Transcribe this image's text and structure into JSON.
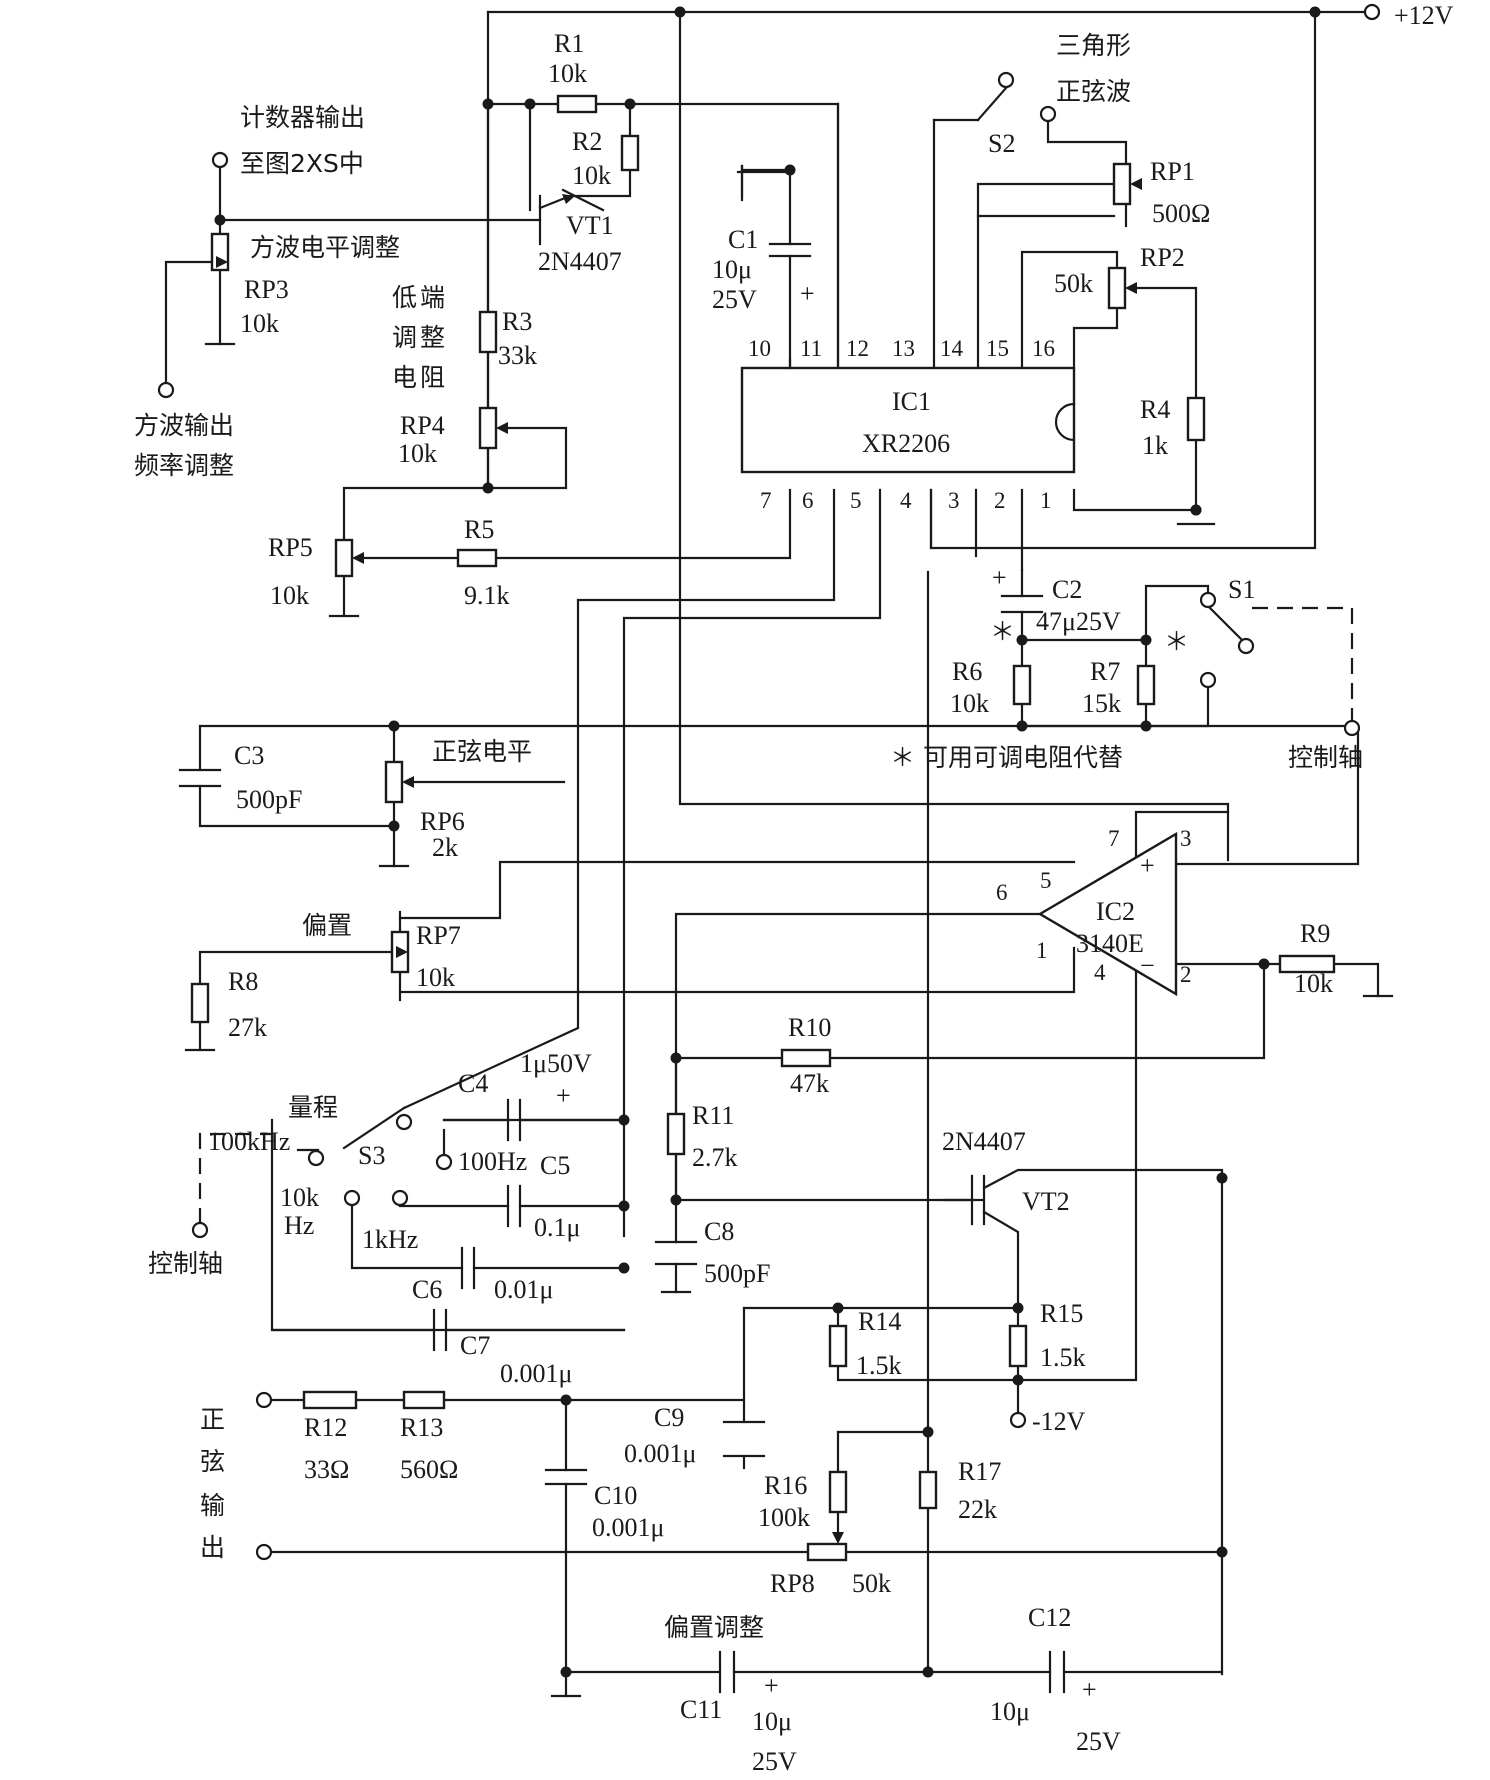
{
  "supply": {
    "pos": "+12V",
    "neg": "-12V"
  },
  "ic1": {
    "name": "IC1",
    "part": "XR2206",
    "top_pins": [
      "10",
      "11",
      "12",
      "13",
      "14",
      "15",
      "16"
    ],
    "bottom_pins": [
      "7",
      "6",
      "5",
      "4",
      "3",
      "2",
      "1"
    ]
  },
  "ic2": {
    "name": "IC2",
    "part": "3140E",
    "pins": {
      "p7": "7",
      "p3": "3",
      "p5": "5",
      "p6": "6",
      "p1": "1",
      "p4": "4",
      "p2": "2"
    },
    "plus": "+",
    "minus": "−"
  },
  "transistors": {
    "vt1": {
      "name": "VT1",
      "part": "2N4407"
    },
    "vt2": {
      "name": "VT2",
      "part": "2N4407"
    }
  },
  "resistors": {
    "r1": {
      "name": "R1",
      "value": "10k"
    },
    "r2": {
      "name": "R2",
      "value": "10k"
    },
    "r3": {
      "name": "R3",
      "value": "33k"
    },
    "r4": {
      "name": "R4",
      "value": "1k"
    },
    "r5": {
      "name": "R5",
      "value": "9.1k"
    },
    "r6": {
      "name": "R6",
      "value": "10k"
    },
    "r7": {
      "name": "R7",
      "value": "15k"
    },
    "r8": {
      "name": "R8",
      "value": "27k"
    },
    "r9": {
      "name": "R9",
      "value": "10k"
    },
    "r10": {
      "name": "R10",
      "value": "47k"
    },
    "r11": {
      "name": "R11",
      "value": "2.7k"
    },
    "r12": {
      "name": "R12",
      "value": "33Ω"
    },
    "r13": {
      "name": "R13",
      "value": "560Ω"
    },
    "r14": {
      "name": "R14",
      "value": "1.5k"
    },
    "r15": {
      "name": "R15",
      "value": "1.5k"
    },
    "r16": {
      "name": "R16",
      "value": "100k"
    },
    "r17": {
      "name": "R17",
      "value": "22k"
    }
  },
  "pots": {
    "rp1": {
      "name": "RP1",
      "value": "500Ω"
    },
    "rp2": {
      "name": "RP2",
      "value": "50k"
    },
    "rp3": {
      "name": "RP3",
      "value": "10k"
    },
    "rp4": {
      "name": "RP4",
      "value": "10k"
    },
    "rp5": {
      "name": "RP5",
      "value": "10k"
    },
    "rp6": {
      "name": "RP6",
      "value": "2k"
    },
    "rp7": {
      "name": "RP7",
      "value": "10k"
    },
    "rp8": {
      "name": "RP8",
      "value": "50k"
    }
  },
  "capacitors": {
    "c1": {
      "name": "C1",
      "value": "10μ",
      "voltage": "25V"
    },
    "c2": {
      "name": "C2",
      "value": "47μ25V"
    },
    "c3": {
      "name": "C3",
      "value": "500pF"
    },
    "c4": {
      "name": "C4",
      "value": "1μ50V"
    },
    "c5": {
      "name": "C5",
      "value": "0.1μ"
    },
    "c6": {
      "name": "C6",
      "value": "0.01μ"
    },
    "c7": {
      "name": "C7",
      "value": "0.001μ"
    },
    "c8": {
      "name": "C8",
      "value": "500pF"
    },
    "c9": {
      "name": "C9",
      "value": "0.001μ"
    },
    "c10": {
      "name": "C10",
      "value": "0.001μ"
    },
    "c11": {
      "name": "C11",
      "value": "10μ",
      "voltage": "25V"
    },
    "c12": {
      "name": "C12",
      "value": "10μ",
      "voltage": "25V"
    }
  },
  "switches": {
    "s1": {
      "name": "S1"
    },
    "s2": {
      "name": "S2",
      "pos_a": "三角形",
      "pos_b": "正弦波"
    },
    "s3": {
      "name": "S3",
      "title": "量程",
      "pos_100k": "100kHz",
      "pos_10k_a": "10k",
      "pos_10k_b": "Hz",
      "pos_1k": "1kHz",
      "pos_100": "100Hz"
    }
  },
  "labels": {
    "counter_out_1": "计数器输出",
    "counter_out_2": "至图2XS中",
    "square_level": "方波电平调整",
    "square_out_1": "方波输出",
    "square_out_2": "频率调整",
    "low_end_1": "低",
    "low_end_2": "端",
    "low_end_3": "调",
    "low_end_4": "整",
    "low_end_5": "电",
    "low_end_6": "阻",
    "sine_level": "正弦电平",
    "bias": "偏置",
    "bias_adjust": "偏置调整",
    "control_shaft_1": "控制轴",
    "control_shaft_2": "控制轴",
    "star_note": "＊ 可用可调电阻代替",
    "star_1": "＊",
    "star_2": "＊",
    "sine_out_1": "正",
    "sine_out_2": "弦",
    "sine_out_3": "输",
    "sine_out_4": "出",
    "c1_plus": "+",
    "c2_plus": "+",
    "c4_plus": "+",
    "c11_plus": "+",
    "c12_plus": "+"
  }
}
